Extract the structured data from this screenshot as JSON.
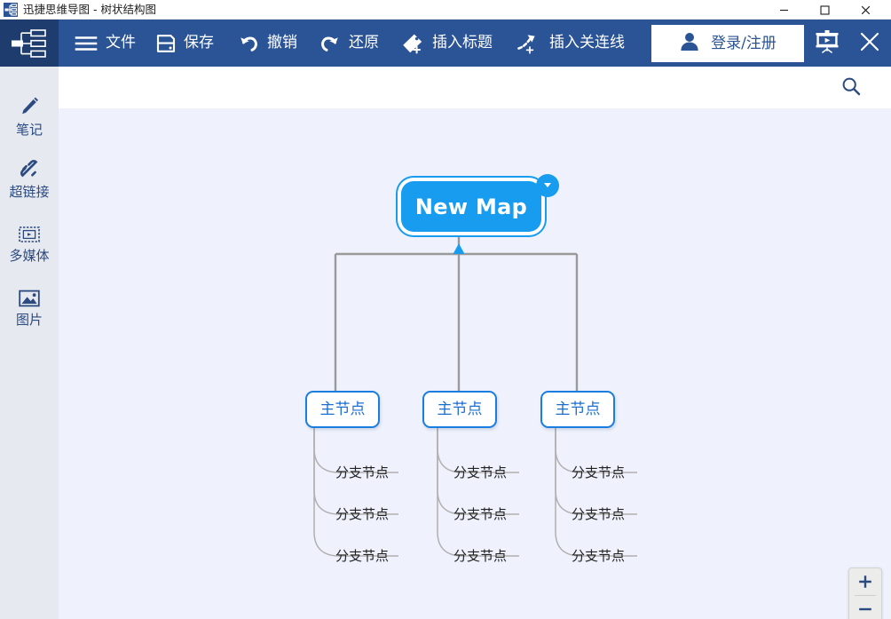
{
  "window": {
    "app_icon": "mindmap-tree-icon",
    "title": "迅捷思维导图 - 树状结构图",
    "controls": [
      {
        "name": "minimize",
        "glyph": "—"
      },
      {
        "name": "maximize",
        "glyph": "□"
      },
      {
        "name": "close",
        "glyph": "✕"
      }
    ]
  },
  "toolbar": {
    "background": "#2b5496",
    "items": [
      {
        "icon": "hamburger-menu-icon",
        "label": "文件"
      },
      {
        "icon": "save-floppy-icon",
        "label": "保存"
      },
      {
        "icon": "undo-arrow-icon",
        "label": "撤销"
      },
      {
        "icon": "redo-arrow-icon",
        "label": "还原"
      },
      {
        "icon": "tag-plus-icon",
        "label": "插入标题"
      },
      {
        "icon": "relation-line-plus-icon",
        "label": "插入关连线"
      }
    ],
    "login": {
      "icon": "user-avatar-icon",
      "label": "登录/注册"
    },
    "present": {
      "icon": "presentation-screen-icon"
    },
    "close": {
      "icon": "close-x-icon"
    }
  },
  "search": {
    "icon": "search-magnifier-icon",
    "background": "#ffffff"
  },
  "sidebar": {
    "background": "#e6e9f0",
    "items": [
      {
        "icon": "pencil-icon",
        "label": "笔记"
      },
      {
        "icon": "hyperlink-chain-icon",
        "label": "超链接"
      },
      {
        "icon": "multimedia-film-icon",
        "label": "多媒体"
      },
      {
        "icon": "picture-image-icon",
        "label": "图片"
      }
    ]
  },
  "canvas": {
    "background": "#eff2fd",
    "connector_color": "#9a9a9a",
    "accent": "#179cf0",
    "node_border": "#1a7de0",
    "root": {
      "label": "New Map",
      "badge_icon": "chevron-down-icon"
    },
    "main_nodes": [
      {
        "label": "主节点"
      },
      {
        "label": "主节点"
      },
      {
        "label": "主节点"
      }
    ],
    "branch_groups": [
      {
        "branches": [
          {
            "label": "分支节点"
          },
          {
            "label": "分支节点"
          },
          {
            "label": "分支节点"
          }
        ]
      },
      {
        "branches": [
          {
            "label": "分支节点"
          },
          {
            "label": "分支节点"
          },
          {
            "label": "分支节点"
          }
        ]
      },
      {
        "branches": [
          {
            "label": "分支节点"
          },
          {
            "label": "分支节点"
          },
          {
            "label": "分支节点"
          }
        ]
      }
    ],
    "zoom_control": {
      "zoom_in": "+",
      "zoom_out": "—"
    }
  }
}
